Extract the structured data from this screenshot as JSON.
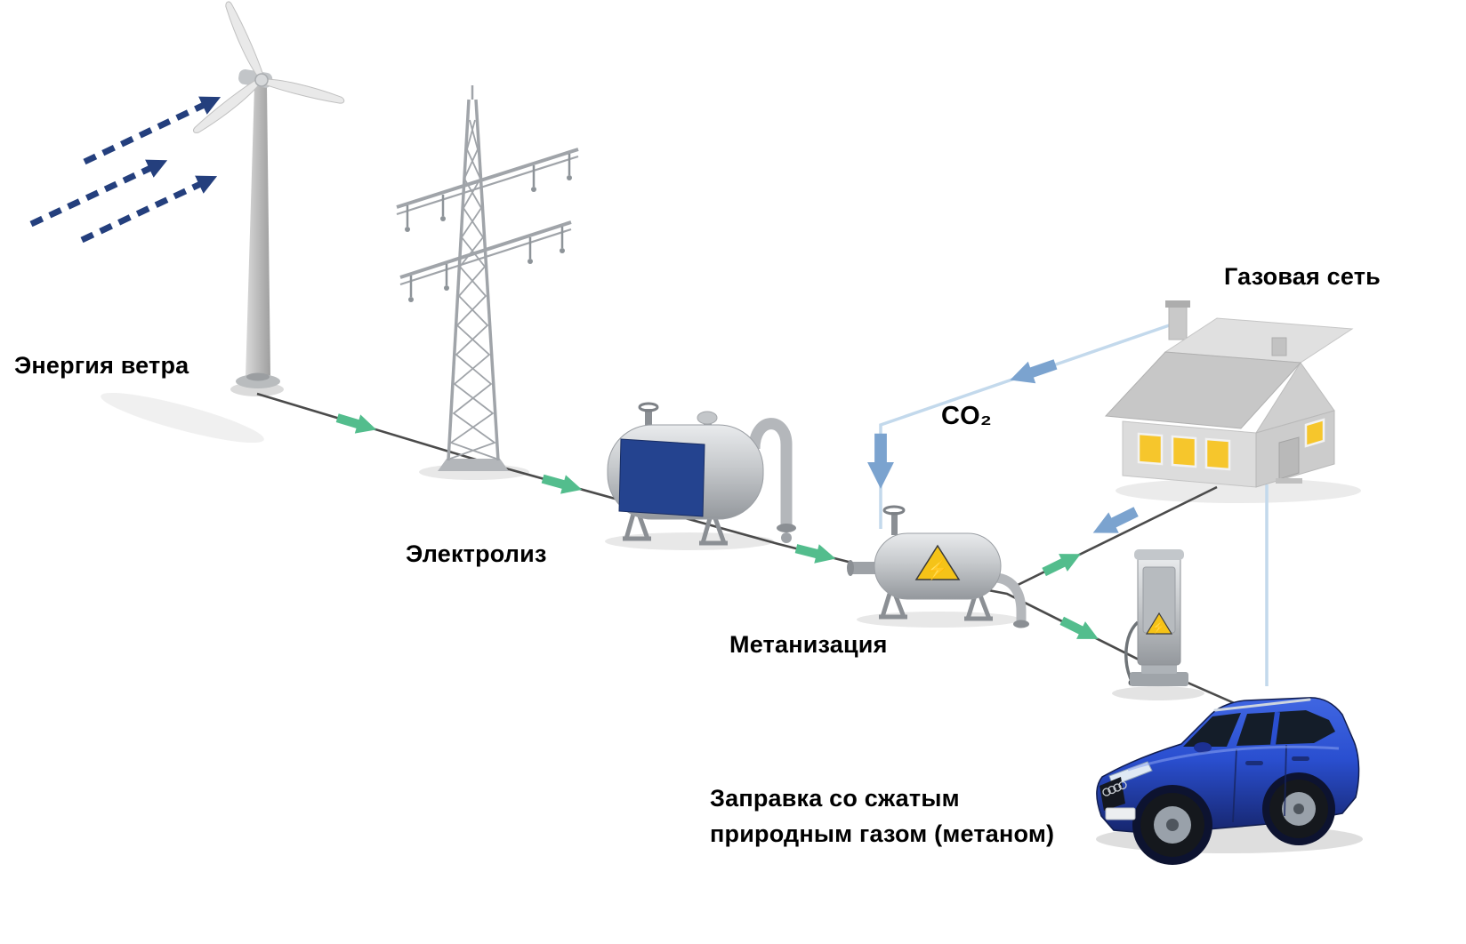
{
  "diagram": {
    "kind": "power-to-gas process flow",
    "labels": {
      "wind_energy": "Энергия ветра",
      "electrolysis": "Электролиз",
      "methanation": "Метанизация",
      "gas_network": "Газовая сеть",
      "co2": "CO₂",
      "fueling_line1": "Заправка со сжатым",
      "fueling_line2": "природным газом (метаном)"
    },
    "icons": {
      "hazard_symbol": "⚡"
    },
    "colors": {
      "flow_arrow_green": "#53bd8d",
      "co2_arrow_blue": "#7ba3cf",
      "wind_arrow_navy": "#243f7d",
      "pipe_light_blue": "#c3d9ec",
      "process_line_gray": "#4b4b4b",
      "electrolyzer_panel_blue": "#24438f",
      "car_blue": "#2a4fd0",
      "hazard_yellow": "#f5c318",
      "window_yellow": "#f6c62c",
      "structure_gray": "#b9bcc0"
    },
    "nodes": [
      {
        "id": "wind-turbine",
        "label": "Энергия ветра"
      },
      {
        "id": "transmission-pylon",
        "label": ""
      },
      {
        "id": "electrolysis-tank",
        "label": "Электролиз"
      },
      {
        "id": "methanation-vessel",
        "label": "Метанизация"
      },
      {
        "id": "gas-network-house",
        "label": "Газовая сеть"
      },
      {
        "id": "co2-return-pipe",
        "label": "CO₂"
      },
      {
        "id": "cng-fueling-station",
        "label": ""
      },
      {
        "id": "cng-car",
        "label": "Заправка со сжатым природным газом (метаном)"
      }
    ]
  }
}
